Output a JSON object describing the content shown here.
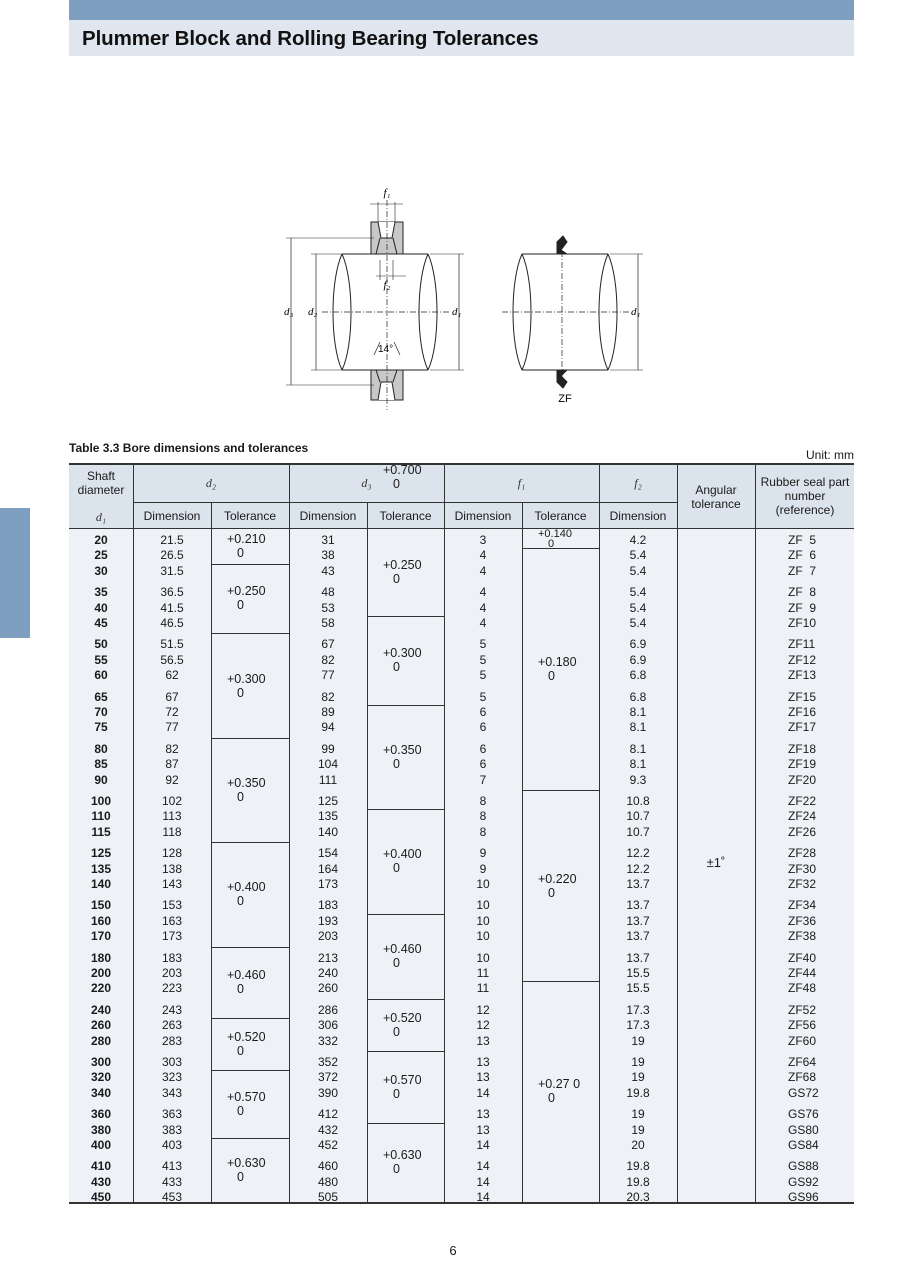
{
  "page": {
    "title": "Plummer Block and Rolling Bearing Tolerances",
    "page_number": "6"
  },
  "diagram": {
    "labels": {
      "f1": "f₁",
      "f2": "f₂",
      "d3": "d₃",
      "d2": "d₂",
      "d1_left": "d₁",
      "d1_right": "d₁",
      "angle": "14°",
      "zf": "ZF"
    }
  },
  "table": {
    "caption": "Table 3.3 Bore dimensions and tolerances",
    "unit": "Unit: mm",
    "headers": {
      "shaft": "Shaft diameter",
      "shaft_sym": "d₁",
      "d2": "d₂",
      "d3": "d₃",
      "f1": "f₁",
      "f2": "f₂",
      "angular": "Angular tolerance",
      "seal": "Rubber seal part number (reference)",
      "dimension": "Dimension",
      "tolerance": "Tolerance"
    },
    "rows": [
      {
        "d1": "20",
        "d2": "21.5",
        "d3": "31",
        "f1": "3",
        "f2": "4.2",
        "zf": "ZF  5"
      },
      {
        "d1": "25",
        "d2": "26.5",
        "d3": "38",
        "f1": "4",
        "f2": "5.4",
        "zf": "ZF  6"
      },
      {
        "d1": "30",
        "d2": "31.5",
        "d3": "43",
        "f1": "4",
        "f2": "5.4",
        "zf": "ZF  7"
      },
      {
        "d1": "35",
        "d2": "36.5",
        "d3": "48",
        "f1": "4",
        "f2": "5.4",
        "zf": "ZF  8"
      },
      {
        "d1": "40",
        "d2": "41.5",
        "d3": "53",
        "f1": "4",
        "f2": "5.4",
        "zf": "ZF  9"
      },
      {
        "d1": "45",
        "d2": "46.5",
        "d3": "58",
        "f1": "4",
        "f2": "5.4",
        "zf": "ZF10"
      },
      {
        "d1": "50",
        "d2": "51.5",
        "d3": "67",
        "f1": "5",
        "f2": "6.9",
        "zf": "ZF11"
      },
      {
        "d1": "55",
        "d2": "56.5",
        "d3": "82",
        "f1": "5",
        "f2": "6.9",
        "zf": "ZF12"
      },
      {
        "d1": "60",
        "d2": "62",
        "d3": "77",
        "f1": "5",
        "f2": "6.8",
        "zf": "ZF13"
      },
      {
        "d1": "65",
        "d2": "67",
        "d3": "82",
        "f1": "5",
        "f2": "6.8",
        "zf": "ZF15"
      },
      {
        "d1": "70",
        "d2": "72",
        "d3": "89",
        "f1": "6",
        "f2": "8.1",
        "zf": "ZF16"
      },
      {
        "d1": "75",
        "d2": "77",
        "d3": "94",
        "f1": "6",
        "f2": "8.1",
        "zf": "ZF17"
      },
      {
        "d1": "80",
        "d2": "82",
        "d3": "99",
        "f1": "6",
        "f2": "8.1",
        "zf": "ZF18"
      },
      {
        "d1": "85",
        "d2": "87",
        "d3": "104",
        "f1": "6",
        "f2": "8.1",
        "zf": "ZF19"
      },
      {
        "d1": "90",
        "d2": "92",
        "d3": "111",
        "f1": "7",
        "f2": "9.3",
        "zf": "ZF20"
      },
      {
        "d1": "100",
        "d2": "102",
        "d3": "125",
        "f1": "8",
        "f2": "10.8",
        "zf": "ZF22"
      },
      {
        "d1": "110",
        "d2": "113",
        "d3": "135",
        "f1": "8",
        "f2": "10.7",
        "zf": "ZF24"
      },
      {
        "d1": "115",
        "d2": "118",
        "d3": "140",
        "f1": "8",
        "f2": "10.7",
        "zf": "ZF26"
      },
      {
        "d1": "125",
        "d2": "128",
        "d3": "154",
        "f1": "9",
        "f2": "12.2",
        "zf": "ZF28"
      },
      {
        "d1": "135",
        "d2": "138",
        "d3": "164",
        "f1": "9",
        "f2": "12.2",
        "zf": "ZF30"
      },
      {
        "d1": "140",
        "d2": "143",
        "d3": "173",
        "f1": "10",
        "f2": "13.7",
        "zf": "ZF32"
      },
      {
        "d1": "150",
        "d2": "153",
        "d3": "183",
        "f1": "10",
        "f2": "13.7",
        "zf": "ZF34"
      },
      {
        "d1": "160",
        "d2": "163",
        "d3": "193",
        "f1": "10",
        "f2": "13.7",
        "zf": "ZF36"
      },
      {
        "d1": "170",
        "d2": "173",
        "d3": "203",
        "f1": "10",
        "f2": "13.7",
        "zf": "ZF38"
      },
      {
        "d1": "180",
        "d2": "183",
        "d3": "213",
        "f1": "10",
        "f2": "13.7",
        "zf": "ZF40"
      },
      {
        "d1": "200",
        "d2": "203",
        "d3": "240",
        "f1": "11",
        "f2": "15.5",
        "zf": "ZF44"
      },
      {
        "d1": "220",
        "d2": "223",
        "d3": "260",
        "f1": "11",
        "f2": "15.5",
        "zf": "ZF48"
      },
      {
        "d1": "240",
        "d2": "243",
        "d3": "286",
        "f1": "12",
        "f2": "17.3",
        "zf": "ZF52"
      },
      {
        "d1": "260",
        "d2": "263",
        "d3": "306",
        "f1": "12",
        "f2": "17.3",
        "zf": "ZF56"
      },
      {
        "d1": "280",
        "d2": "283",
        "d3": "332",
        "f1": "13",
        "f2": "19",
        "zf": "ZF60"
      },
      {
        "d1": "300",
        "d2": "303",
        "d3": "352",
        "f1": "13",
        "f2": "19",
        "zf": "ZF64"
      },
      {
        "d1": "320",
        "d2": "323",
        "d3": "372",
        "f1": "13",
        "f2": "19",
        "zf": "ZF68"
      },
      {
        "d1": "340",
        "d2": "343",
        "d3": "390",
        "f1": "14",
        "f2": "19.8",
        "zf": "GS72"
      },
      {
        "d1": "360",
        "d2": "363",
        "d3": "412",
        "f1": "13",
        "f2": "19",
        "zf": "GS76"
      },
      {
        "d1": "380",
        "d2": "383",
        "d3": "432",
        "f1": "13",
        "f2": "19",
        "zf": "GS80"
      },
      {
        "d1": "400",
        "d2": "403",
        "d3": "452",
        "f1": "14",
        "f2": "20",
        "zf": "GS84"
      },
      {
        "d1": "410",
        "d2": "413",
        "d3": "460",
        "f1": "14",
        "f2": "19.8",
        "zf": "GS88"
      },
      {
        "d1": "430",
        "d2": "433",
        "d3": "480",
        "f1": "14",
        "f2": "19.8",
        "zf": "GS92"
      },
      {
        "d1": "450",
        "d2": "453",
        "d3": "505",
        "f1": "14",
        "f2": "20.3",
        "zf": "GS96"
      }
    ],
    "d2_tolerances": [
      {
        "upper": "+0.210",
        "lower": "0",
        "from": 0,
        "to": 1
      },
      {
        "upper": "+0.250",
        "lower": "0",
        "from": 2,
        "to": 5
      },
      {
        "upper": "+0.300",
        "lower": "0",
        "from": 6,
        "to": 11
      },
      {
        "upper": "+0.350",
        "lower": "0",
        "from": 12,
        "to": 17
      },
      {
        "upper": "+0.400",
        "lower": "0",
        "from": 18,
        "to": 23
      },
      {
        "upper": "+0.460",
        "lower": "0",
        "from": 24,
        "to": 27
      },
      {
        "upper": "+0.520",
        "lower": "0",
        "from": 28,
        "to": 30
      },
      {
        "upper": "+0.570",
        "lower": "0",
        "from": 31,
        "to": 34
      },
      {
        "upper": "+0.630",
        "lower": "0",
        "from": 35,
        "to": 38
      }
    ],
    "d3_tolerances": [
      {
        "upper": "+0.250",
        "lower": "0",
        "from": 0,
        "to": 4
      },
      {
        "upper": "+0.300",
        "lower": "0",
        "from": 5,
        "to": 9
      },
      {
        "upper": "+0.350",
        "lower": "0",
        "from": 10,
        "to": 15
      },
      {
        "upper": "+0.400",
        "lower": "0",
        "from": 16,
        "to": 21
      },
      {
        "upper": "+0.460",
        "lower": "0",
        "from": 22,
        "to": 26
      },
      {
        "upper": "+0.520",
        "lower": "0",
        "from": 27,
        "to": 29
      },
      {
        "upper": "+0.570",
        "lower": "0",
        "from": 30,
        "to": 33
      },
      {
        "upper": "+0.630",
        "lower": "0",
        "from": 34,
        "to": 38
      },
      {
        "upper": "+0.700",
        "lower": "0",
        "from": 39,
        "to": 39
      }
    ],
    "f1_tolerances": [
      {
        "upper": "+0.140",
        "lower": "0",
        "from": 0,
        "to": 0
      },
      {
        "upper": "+0.180",
        "lower": "0",
        "from": 1,
        "to": 14
      },
      {
        "upper": "+0.220",
        "lower": "0",
        "from": 15,
        "to": 25
      },
      {
        "upper": "+0.27 0",
        "lower": "0",
        "from": 26,
        "to": 38
      }
    ],
    "angular_tolerance": "±1˚"
  }
}
